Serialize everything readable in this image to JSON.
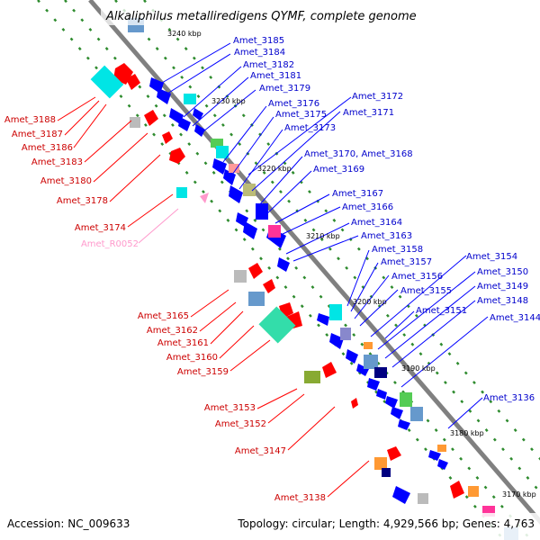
{
  "title": "Alkaliphilus metalliredigens QYMF, complete genome",
  "footer": {
    "accession": "Accession: NC_009633",
    "topology": "Topology: circular; Length: 4,929,566 bp; Genes: 4,763"
  },
  "colors": {
    "forward": "#0000ff",
    "reverse": "#ff0000",
    "rna": "#ff99cc",
    "backbone": "#808080"
  },
  "ticks": [
    "3240 kbp",
    "3230 kbp",
    "3220 kbp",
    "3210 kbp",
    "3200 kbp",
    "3190 kbp",
    "3180 kbp",
    "3170 kbp"
  ],
  "labels_right": [
    "Amet_3185",
    "Amet_3184",
    "Amet_3182",
    "Amet_3181",
    "Amet_3179",
    "Amet_3176",
    "Amet_3175",
    "Amet_3173",
    "Amet_3172",
    "Amet_3171",
    "Amet_3170, Amet_3168",
    "Amet_3169",
    "Amet_3167",
    "Amet_3166",
    "Amet_3164",
    "Amet_3163",
    "Amet_3158",
    "Amet_3157",
    "Amet_3156",
    "Amet_3155",
    "Amet_3154",
    "Amet_3150",
    "Amet_3149",
    "Amet_3148",
    "Amet_3151",
    "Amet_3144",
    "Amet_3136"
  ],
  "labels_left": [
    "Amet_3188",
    "Amet_3187",
    "Amet_3186",
    "Amet_3183",
    "Amet_3180",
    "Amet_3178",
    "Amet_3174",
    "Amet_R0052",
    "Amet_3165",
    "Amet_3162",
    "Amet_3161",
    "Amet_3160",
    "Amet_3159",
    "Amet_3153",
    "Amet_3152",
    "Amet_3147",
    "Amet_3138"
  ]
}
